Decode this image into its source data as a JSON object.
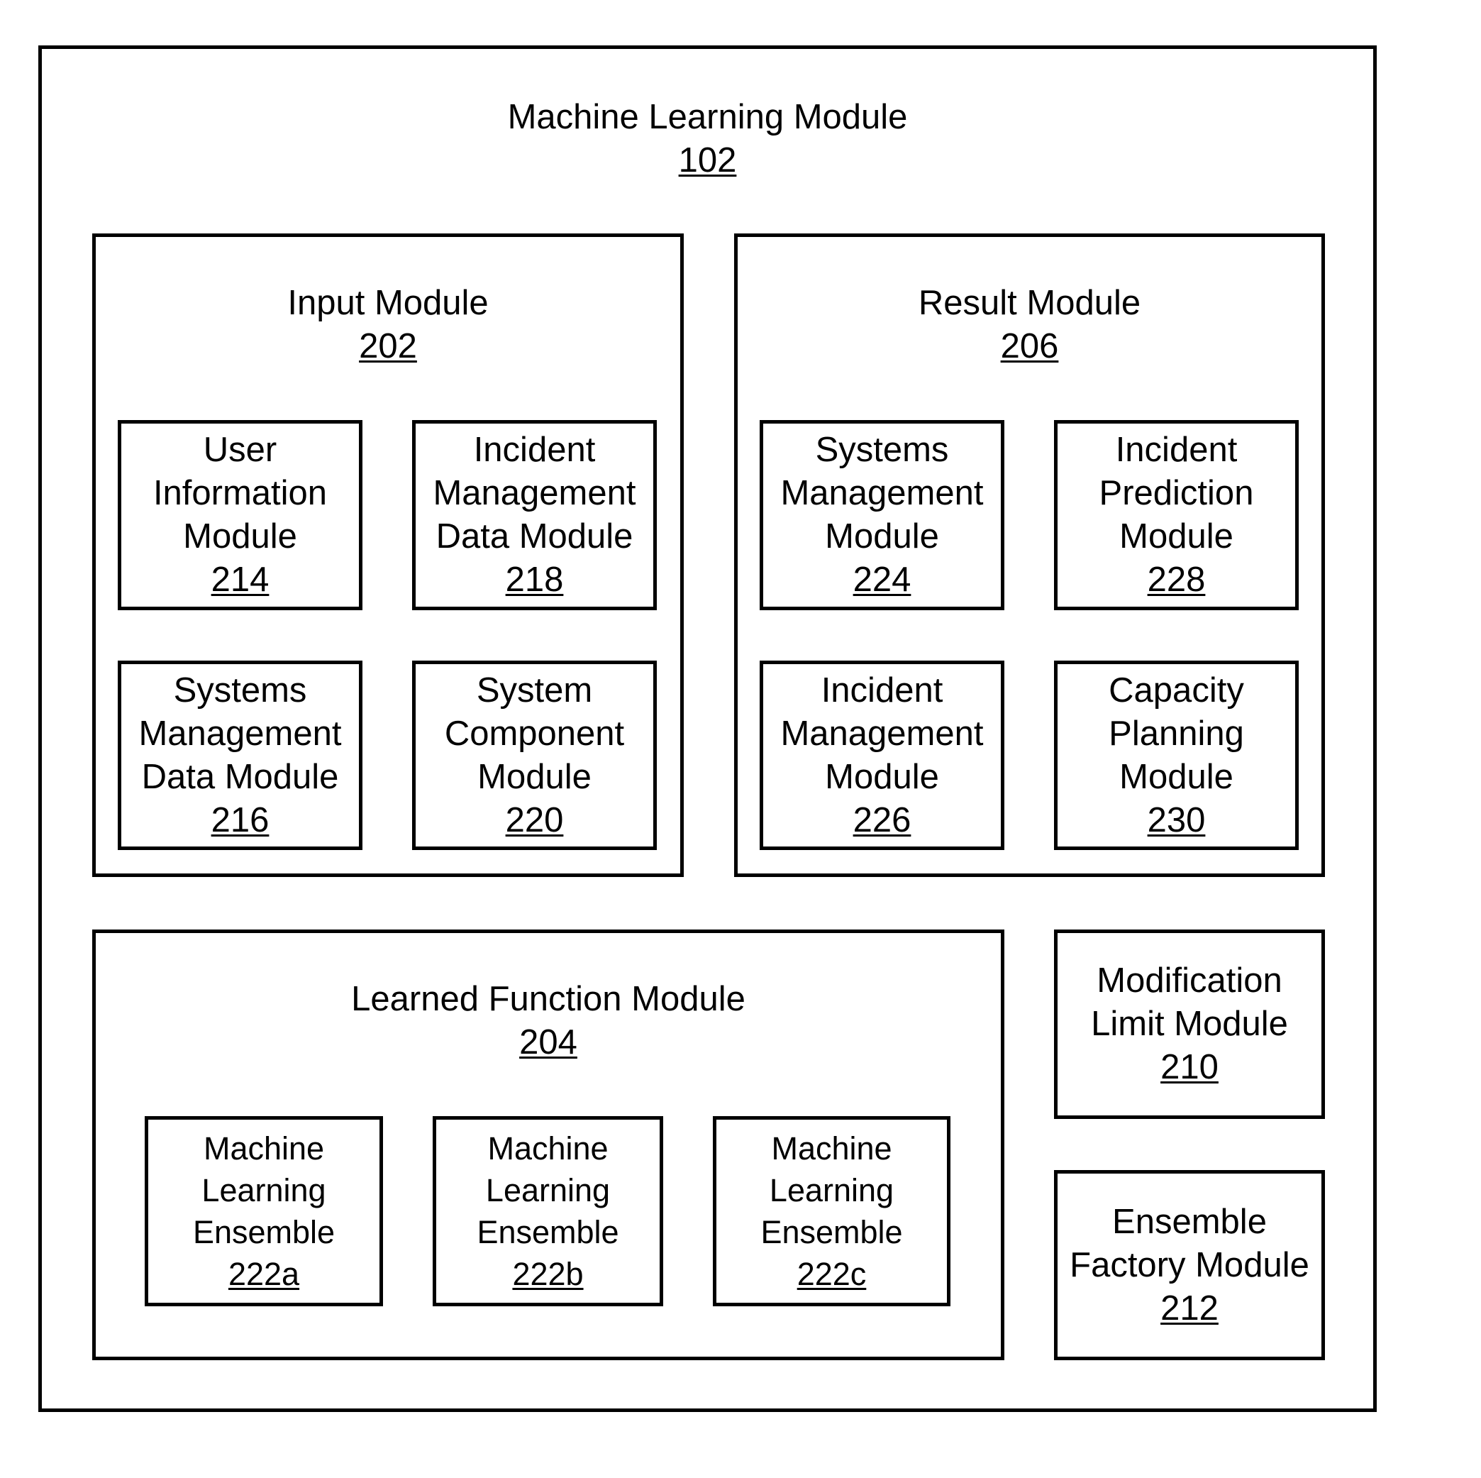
{
  "root": {
    "title": "Machine Learning Module",
    "number": "102"
  },
  "input_module": {
    "title": "Input Module",
    "number": "202",
    "children": [
      {
        "lines": [
          "User",
          "Information",
          "Module"
        ],
        "number": "214"
      },
      {
        "lines": [
          "Incident",
          "Management",
          "Data Module"
        ],
        "number": "218"
      },
      {
        "lines": [
          "Systems",
          "Management",
          "Data Module"
        ],
        "number": "216"
      },
      {
        "lines": [
          "System",
          "Component",
          "Module"
        ],
        "number": "220"
      }
    ]
  },
  "result_module": {
    "title": "Result Module",
    "number": "206",
    "children": [
      {
        "lines": [
          "Systems",
          "Management",
          "Module"
        ],
        "number": "224"
      },
      {
        "lines": [
          "Incident",
          "Prediction",
          "Module"
        ],
        "number": "228"
      },
      {
        "lines": [
          "Incident",
          "Management",
          "Module"
        ],
        "number": "226"
      },
      {
        "lines": [
          "Capacity",
          "Planning",
          "Module"
        ],
        "number": "230"
      }
    ]
  },
  "learned_function_module": {
    "title": "Learned Function Module",
    "number": "204",
    "children": [
      {
        "lines": [
          "Machine",
          "Learning",
          "Ensemble"
        ],
        "number": "222a"
      },
      {
        "lines": [
          "Machine",
          "Learning",
          "Ensemble"
        ],
        "number": "222b"
      },
      {
        "lines": [
          "Machine",
          "Learning",
          "Ensemble"
        ],
        "number": "222c"
      }
    ]
  },
  "modification_limit_module": {
    "lines": [
      "Modification",
      "Limit Module"
    ],
    "number": "210"
  },
  "ensemble_factory_module": {
    "lines": [
      "Ensemble",
      "Factory Module"
    ],
    "number": "212"
  }
}
